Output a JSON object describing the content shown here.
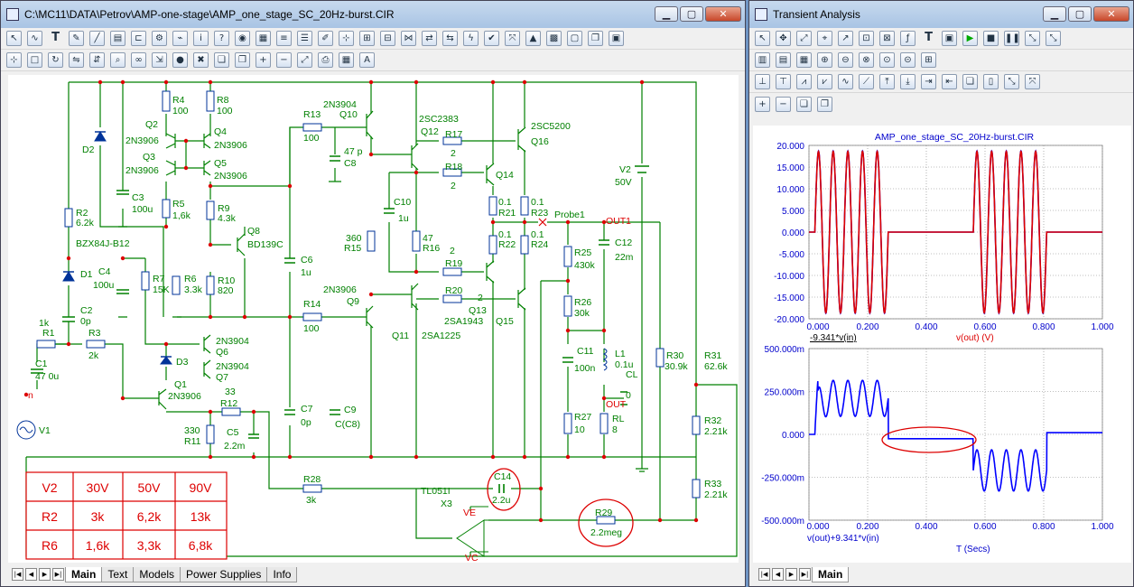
{
  "main_window": {
    "title": "C:\\MC11\\DATA\\Petrov\\AMP-one-stage\\AMP_one_stage_SC_20Hz-burst.CIR",
    "tabs": [
      "Main",
      "Text",
      "Models",
      "Power Supplies",
      "Info"
    ]
  },
  "transient_window": {
    "title": "Transient Analysis",
    "tabs": [
      "Main"
    ]
  },
  "table": {
    "rows": [
      [
        "V2",
        "30V",
        "50V",
        "90V"
      ],
      [
        "R2",
        "3k",
        "6,2k",
        "13k"
      ],
      [
        "R6",
        "1,6k",
        "3,3k",
        "6,8k"
      ]
    ]
  },
  "schematic_labels": {
    "R4": "R4",
    "R4v": "100",
    "R8": "R8",
    "R8v": "100",
    "Q2": "Q2",
    "Q4": "Q4",
    "Q3": "Q3",
    "Q5": "Q5",
    "n3906a": "2N3906",
    "n3906b": "2N3906",
    "n3906c": "2N3906",
    "n3906d": "2N3906",
    "D2": "D2",
    "C3": "C3",
    "C3v": "100u",
    "R5": "R5",
    "R5v": "1,6k",
    "R9": "R9",
    "R9v": "4.3k",
    "Q8": "Q8",
    "BD139C": "BD139C",
    "R2": "R2",
    "R2v": "6.2k",
    "BZX": "BZX84J-B12",
    "D1": "D1",
    "C4": "C4",
    "C4v": "100u",
    "R7": "R7",
    "R7v": "15K",
    "R6": "R6",
    "R6v": "3.3k",
    "R10": "R10",
    "R10v": "820",
    "C2": "C2",
    "C2v": "0p",
    "k1": "1k",
    "R1": "R1",
    "R3": "R3",
    "R3v": "2k",
    "C1": "C1",
    "C1v": "47 0u",
    "n": "n",
    "V1": "V1",
    "n3904a": "2N3904",
    "Q6": "Q6",
    "D3": "D3",
    "n3904b": "2N3904",
    "Q7": "Q7",
    "Q1": "Q1",
    "n3906e": "2N3906",
    "v33": "33",
    "R12": "R12",
    "v330": "330",
    "R11": "R11",
    "C5": "C5",
    "C5v": "2.2m",
    "R13": "R13",
    "R13v": "100",
    "n3904c": "2N3904",
    "Q10": "Q10",
    "p47": "47 p",
    "C8": "C8",
    "C6": "C6",
    "C6v": "1u",
    "R14": "R14",
    "R14v": "100",
    "n3906f": "2N3906",
    "Q9": "Q9",
    "C7": "C7",
    "C7v": "0p",
    "C9": "C9",
    "C9v": "C(C8)",
    "v360": "360",
    "R15": "R15",
    "C10": "C10",
    "C10v": "1u",
    "v47": "47",
    "R16": "R16",
    "Q11": "Q11",
    "SC2383": "2SC2383",
    "Q12": "Q12",
    "R17": "R17",
    "R17v": "2",
    "R18": "R18",
    "R18v": "2",
    "Q14": "Q14",
    "SC5200": "2SC5200",
    "Q16": "Q16",
    "v01a": "0.1",
    "R21": "R21",
    "v01b": "0.1",
    "R23": "R23",
    "v01c": "0.1",
    "R22": "R22",
    "v01d": "0.1",
    "R24": "R24",
    "v2a": "2",
    "R19": "R19",
    "R20": "R20",
    "v2b": "2",
    "Q13": "Q13",
    "SA1943": "2SA1943",
    "SA1225": "2SA1225",
    "Q15": "Q15",
    "Probe1": "Probe1",
    "OUT1": "OUT1",
    "C12": "C12",
    "C12v": "22m",
    "R25": "R25",
    "R25v": "430k",
    "R26": "R26",
    "R26v": "30k",
    "C11": "C11",
    "C11v": "100n",
    "L1": "L1",
    "L1v": "0.1u",
    "CL": "CL",
    "CLv": "0",
    "OUT": "OUT",
    "R27": "R27",
    "R27v": "10",
    "RL": "RL",
    "RLv": "8",
    "V2": "V2",
    "V2v": "50V",
    "R30": "R30",
    "R30v": "30.9k",
    "R31": "R31",
    "R31v": "62.6k",
    "R32": "R32",
    "R32v": "2.21k",
    "R33": "R33",
    "R33v": "2.21k",
    "R28": "R28",
    "R28v": "3k",
    "C14": "C14",
    "C14v": "2.2u",
    "R29": "R29",
    "R29v": "2.2meg",
    "TL051": "TL051I",
    "X3": "X3",
    "VE": "VE",
    "VC": "VC"
  },
  "chart_data": [
    {
      "type": "line",
      "title": "AMP_one_stage_SC_20Hz-burst.CIR",
      "xlabel": "",
      "ylim": [
        -20,
        20
      ],
      "xlim": [
        0,
        1
      ],
      "yticks": [
        "20.000",
        "15.000",
        "10.000",
        "5.000",
        "0.000",
        "-5.000",
        "-10.000",
        "-15.000",
        "-20.000"
      ],
      "xticks": [
        "0.000",
        "0.200",
        "0.400",
        "0.600",
        "0.800",
        "1.000"
      ],
      "series": [
        {
          "name": "-9.341*v(in)",
          "color": "#0000ff",
          "burst1": [
            0.02,
            0.27
          ],
          "burst2": [
            0.56,
            0.81
          ],
          "amplitude": 18.7,
          "cycles": 5
        },
        {
          "name": "v(out) (V)",
          "color": "#dd0000",
          "burst1": [
            0.02,
            0.27
          ],
          "burst2": [
            0.56,
            0.81
          ],
          "amplitude": 18.6,
          "cycles": 5
        }
      ]
    },
    {
      "type": "line",
      "xlabel": "T (Secs)",
      "ylabel": "v(out)+9.341*v(in)",
      "ylim": [
        -0.5,
        0.5
      ],
      "xlim": [
        0,
        1
      ],
      "yticks": [
        "500.000m",
        "250.000m",
        "0.000",
        "-250.000m",
        "-500.000m"
      ],
      "xticks": [
        "0.000",
        "0.200",
        "0.400",
        "0.600",
        "0.800",
        "1.000"
      ],
      "series": [
        {
          "name": "v(out)+9.341*v(in)",
          "color": "#0000ff",
          "burst1": [
            0.02,
            0.27
          ],
          "burst1_center": 0.21,
          "burst1_amp": 0.105,
          "mid_level": -0.025,
          "burst2": [
            0.56,
            0.81
          ],
          "burst2_center": -0.21,
          "burst2_amp": 0.12,
          "tail_level": 0.01,
          "cycles": 5
        }
      ]
    }
  ]
}
